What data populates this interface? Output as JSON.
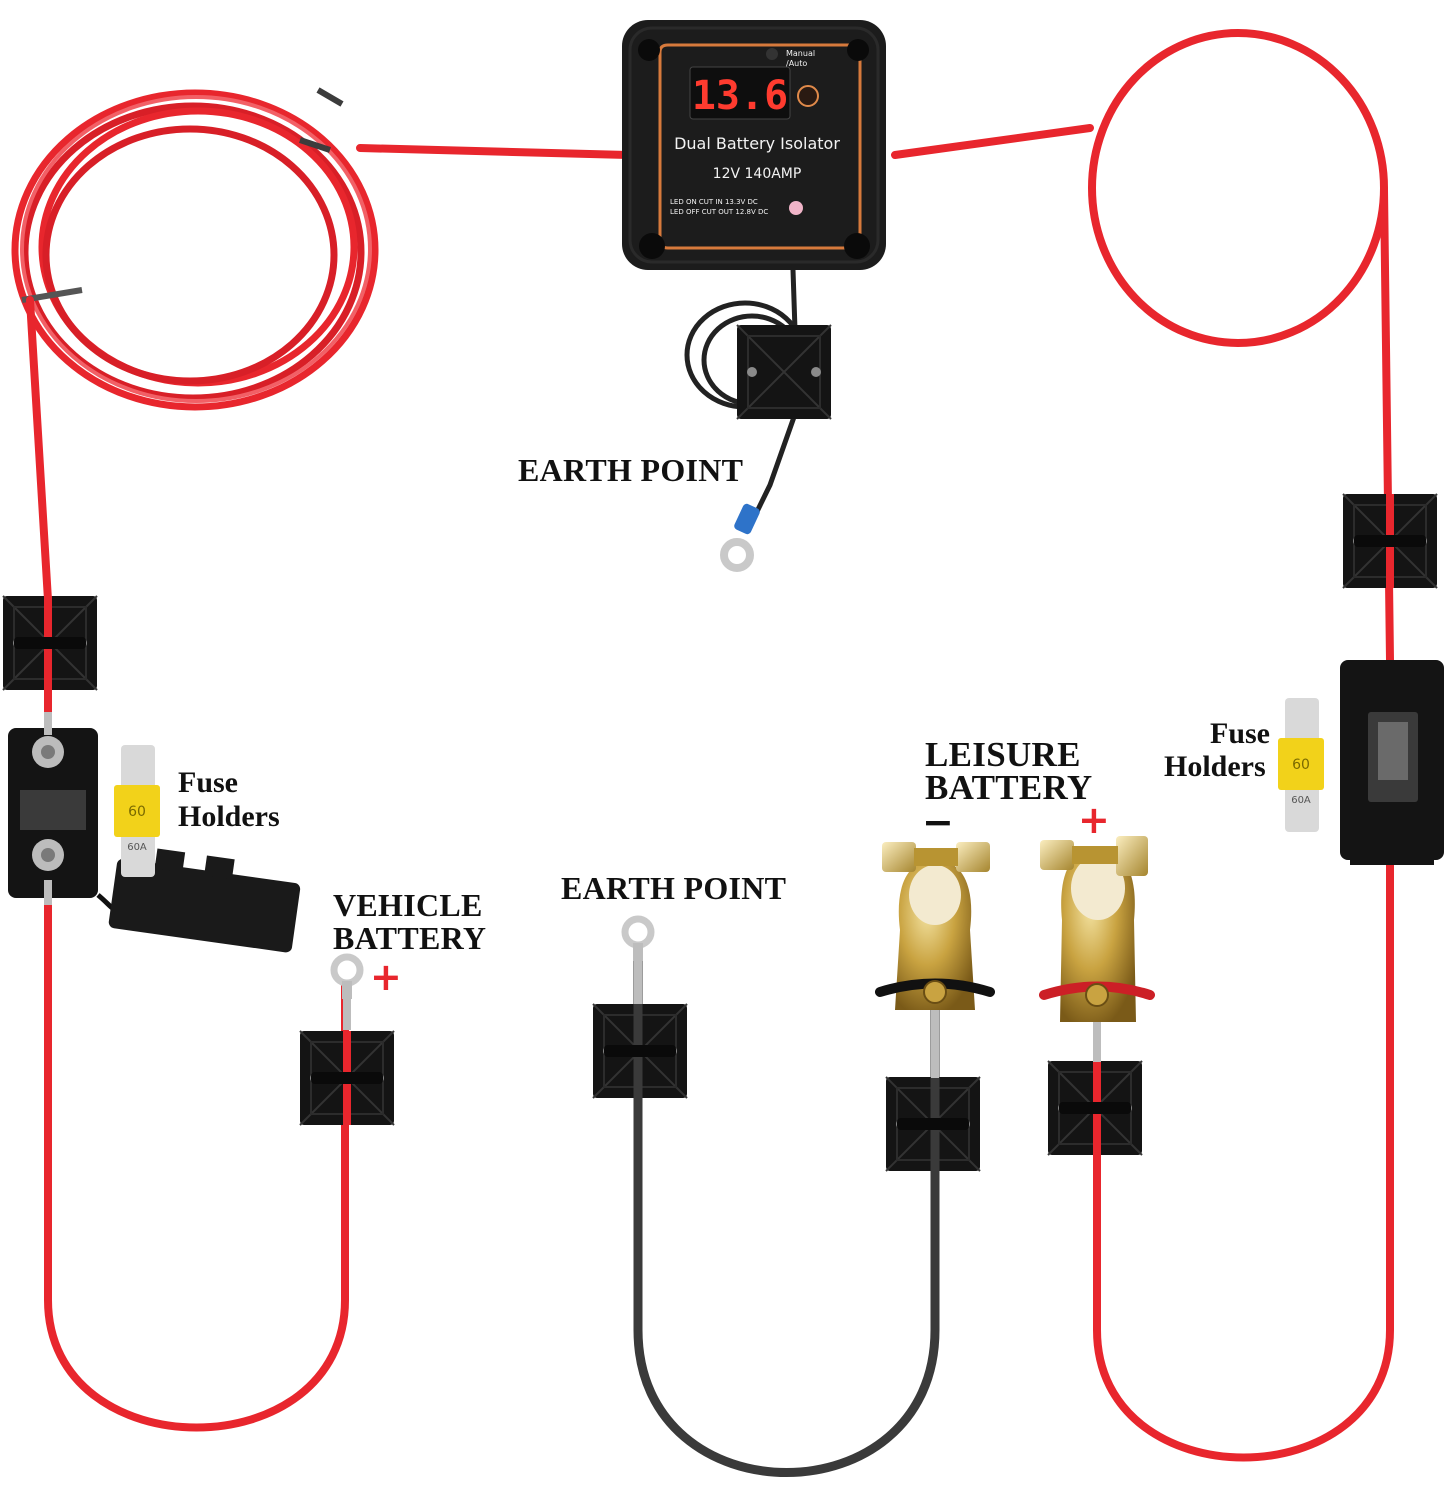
{
  "isolator": {
    "display_reading": "13.6",
    "name": "Dual Battery Isolator",
    "rating": "12V  140AMP",
    "mode_label_line1": "Manual",
    "mode_label_line2": "/Auto",
    "led_note_line1": "LED ON CUT IN 13.3V DC",
    "led_note_line2": "LED OFF CUT OUT 12.8V DC"
  },
  "labels": {
    "earth_point_top": "EARTH POINT",
    "earth_point_bottom": "EARTH POINT",
    "fuse_left_line1": "Fuse",
    "fuse_left_line2": "Holders",
    "fuse_right_line1": "Fuse",
    "fuse_right_line2": "Holders",
    "vehicle_battery_line1": "VEHICLE",
    "vehicle_battery_line2": "BATTERY",
    "leisure_battery_line1": "LEISURE",
    "leisure_battery_line2": "BATTERY"
  },
  "polarity": {
    "vehicle_positive": "+",
    "leisure_negative": "−",
    "leisure_positive": "+"
  },
  "fuse": {
    "rating_left": "60",
    "rating_left_small": "60A",
    "rating_right": "60",
    "rating_right_small": "60A"
  },
  "colors": {
    "red_cable": "#e8262d",
    "black_cable": "#3a3a3a",
    "isolator_body": "#1c1c1c",
    "isolator_trim": "#d77a3c",
    "display_digits": "#ff3b2f",
    "fuse_yellow": "#f2d21a",
    "brass": "#c9a341"
  },
  "icons": {
    "cable_mount": "square-cable-tie-mount",
    "ring_terminal": "ring-terminal",
    "battery_clamp": "battery-terminal-clamp"
  }
}
